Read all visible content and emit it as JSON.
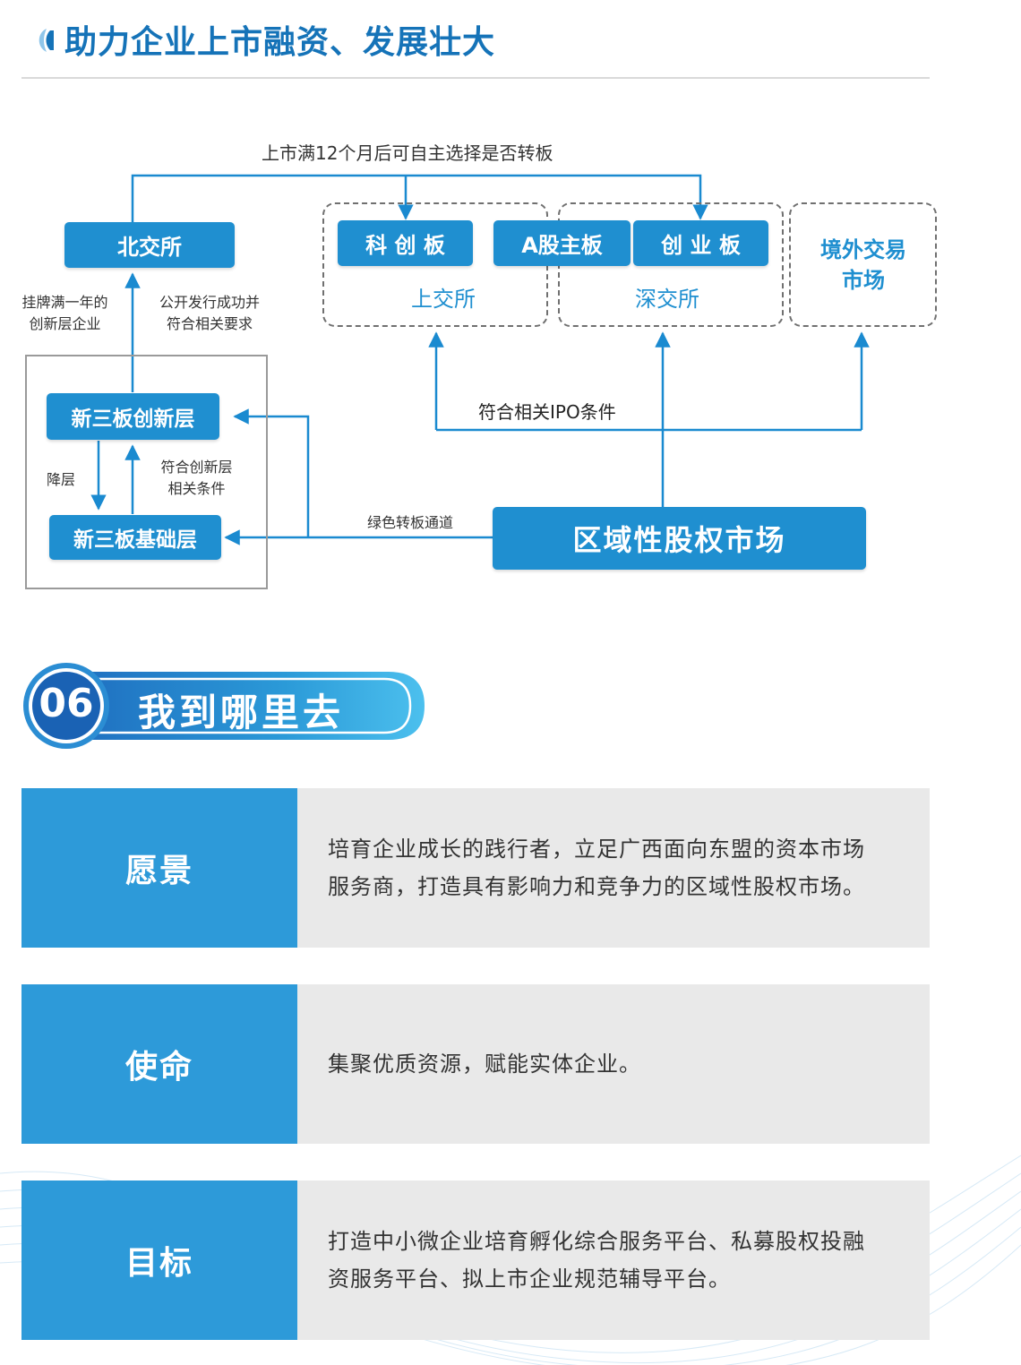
{
  "header": {
    "title": "助力企业上市融资、发展壮大",
    "accent": "#1573b8"
  },
  "diagram": {
    "top_note": "上市满12个月后可自主选择是否转板",
    "bjs": "北交所",
    "kcb": "科 创 板",
    "agzb": "A股主板",
    "cyb": "创 业 板",
    "sjs": "上交所",
    "szjs": "深交所",
    "overseas_line1": "境外交易",
    "overseas_line2": "市场",
    "left_note_line1": "挂牌满一年的",
    "left_note_line2": "创新层企业",
    "right_note_line1": "公开发行成功并",
    "right_note_line2": "符合相关要求",
    "innovation": "新三板创新层",
    "basic": "新三板基础层",
    "downgrade": "降层",
    "upgrade_line1": "符合创新层",
    "upgrade_line2": "相关条件",
    "ipo_note": "符合相关IPO条件",
    "green_channel": "绿色转板通道",
    "regional": "区域性股权市场",
    "colors": {
      "box_blue": "#1f8fd0",
      "line_blue": "#1a8ad0"
    }
  },
  "section": {
    "number": "06",
    "title": "我到哪里去"
  },
  "rows": [
    {
      "label": "愿景",
      "lines": [
        "培育企业成长的践行者，立足广西面向东盟的资本市场",
        "服务商，打造具有影响力和竞争力的区域性股权市场。"
      ]
    },
    {
      "label": "使命",
      "lines": [
        "集聚优质资源，赋能实体企业。"
      ]
    },
    {
      "label": "目标",
      "lines": [
        "打造中小微企业培育孵化综合服务平台、私募股权投融",
        "资服务平台、拟上市企业规范辅导平台。"
      ]
    }
  ]
}
